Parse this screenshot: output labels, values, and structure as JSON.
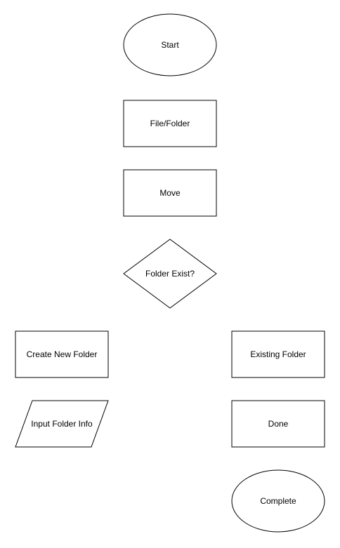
{
  "diagram": {
    "nodes": {
      "start": "Start",
      "file_folder": "File/Folder",
      "move": "Move",
      "folder_exist": "Folder Exist?",
      "create_new_folder": "Create New Folder",
      "existing_folder": "Existing Folder",
      "input_folder_info": "Input Folder Info",
      "done": "Done",
      "complete": "Complete"
    }
  }
}
